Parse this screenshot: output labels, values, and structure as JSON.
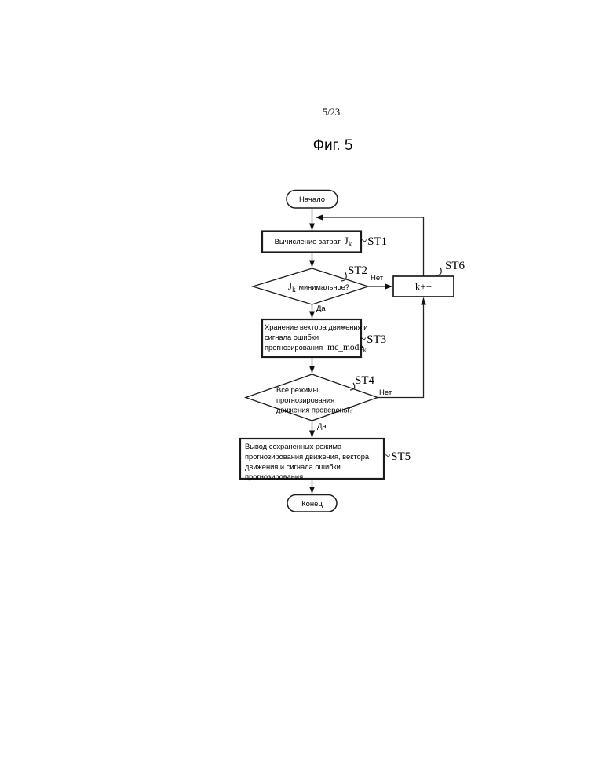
{
  "page": {
    "sheet_number": "5/23",
    "figure_title": "Фиг. 5"
  },
  "flowchart": {
    "start_label": "Начало",
    "end_label": "Конец",
    "yes_label": "Да",
    "no_label": "Нет",
    "tilde": "~",
    "st1": {
      "ref": "ST1",
      "text": "Вычисление затрат",
      "var_main": "J",
      "var_sub": "k"
    },
    "st2": {
      "ref": "ST2",
      "var_main": "J",
      "var_sub": "k",
      "question": "минимальное?"
    },
    "st3": {
      "ref": "ST3",
      "line1": "Хранение вектора движения и",
      "line2": "сигнала ошибки",
      "line3": "прогнозирования",
      "var_main": "mc_mode",
      "var_sub": "k"
    },
    "st4": {
      "ref": "ST4",
      "line1": "Все режимы",
      "line2": "прогнозирования",
      "line3": "движения проверены?"
    },
    "st5": {
      "ref": "ST5",
      "line1": "Вывод сохраненных режима",
      "line2": "прогнозирования движения, вектора",
      "line3": "движения и сигнала ошибки",
      "line4": "прогнозирования"
    },
    "st6": {
      "ref": "ST6",
      "text": "k++"
    }
  },
  "colors": {
    "ink": "#1c1c1c",
    "paper": "#ffffff"
  }
}
